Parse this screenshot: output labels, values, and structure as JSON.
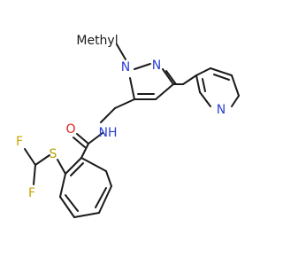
{
  "molecule": {
    "atoms": {
      "pyridine_n": "N",
      "pyrazole_n1": "N",
      "pyrazole_n2": "N",
      "methyl": "Methyl",
      "amide_nh": "NH",
      "carbonyl_o": "O",
      "sulfur": "S",
      "fluorine_1": "F",
      "fluorine_2": "F"
    }
  },
  "colors": {
    "bond": "#1a1a1a",
    "nitrogen": "#2b3fd6",
    "oxygen": "#e02020",
    "sulfur": "#b8a000",
    "fluorine": "#c9a300",
    "carbon_text": "#1a1a1a"
  }
}
